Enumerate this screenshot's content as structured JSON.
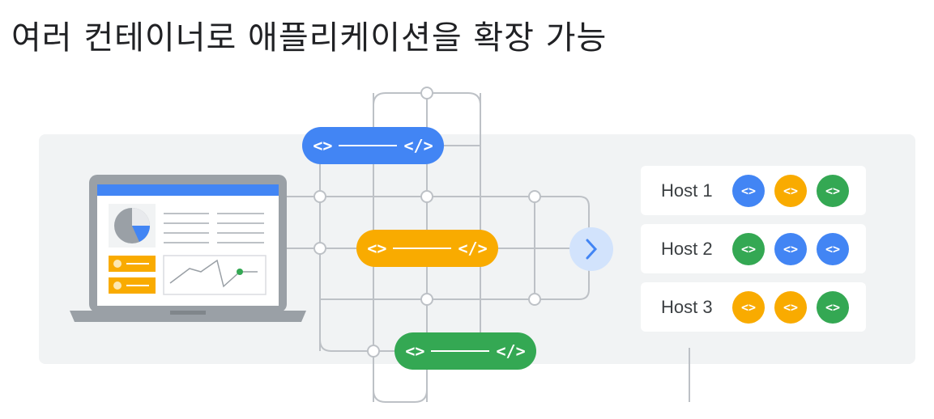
{
  "title": "여러 컨테이너로 애플리케이션을 확장 가능",
  "pills": [
    {
      "open": "<>",
      "close": "</>",
      "color": "#4285f4"
    },
    {
      "open": "<>",
      "close": "</>",
      "color": "#f9ab00"
    },
    {
      "open": "<>",
      "close": "</>",
      "color": "#34a853"
    }
  ],
  "hosts": [
    {
      "label": "Host 1",
      "chips": [
        "blue",
        "yellow",
        "green"
      ]
    },
    {
      "label": "Host 2",
      "chips": [
        "green",
        "blue",
        "blue"
      ]
    },
    {
      "label": "Host 3",
      "chips": [
        "yellow",
        "yellow",
        "green"
      ]
    }
  ],
  "chip_glyph": "<>",
  "colors": {
    "blue": "#4285f4",
    "yellow": "#f9ab00",
    "green": "#34a853",
    "panel": "#f1f3f4",
    "wire": "#bdc1c6"
  }
}
